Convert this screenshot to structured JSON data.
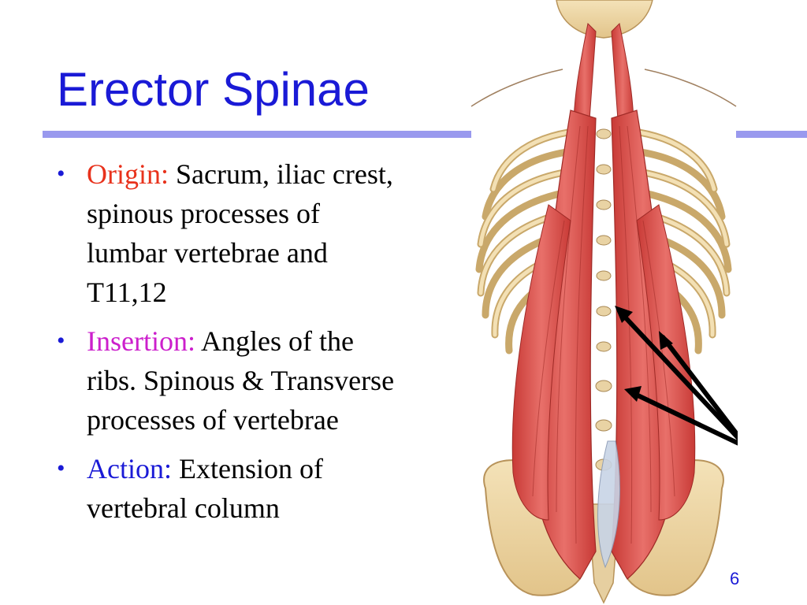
{
  "title": "Erector Spinae",
  "colors": {
    "title": "#1a1ad6",
    "rule": "#9999ee",
    "bullet_dot": "#1a1ad6",
    "origin_label": "#e8321c",
    "insertion_label": "#cc1fcc",
    "action_label": "#1a1ad6",
    "body_text": "#000000",
    "page_number": "#1a1ad6"
  },
  "bullets": [
    {
      "label": "Origin:",
      "text": " Sacrum, iliac crest, spinous processes of lumbar vertebrae and T11,12"
    },
    {
      "label": "Insertion:",
      "text": " Angles of the ribs.  Spinous & Transverse processes of vertebrae"
    },
    {
      "label": "Action:",
      "text": " Extension of vertebral column"
    }
  ],
  "bullet_glyph": "•",
  "page_number": "6",
  "figure": {
    "icon": "erector-spinae-anatomy-illustration"
  }
}
